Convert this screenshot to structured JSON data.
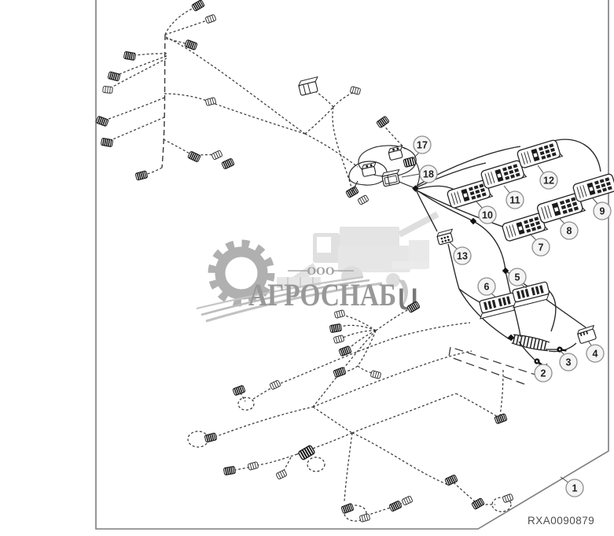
{
  "figure": {
    "drawing_code": "RXA0090879",
    "description": "wiring-harness-exploded-parts-diagram"
  },
  "watermark": {
    "org_prefix": "ООО",
    "org_name": "АГРОСНАБ",
    "stray_letter": "u"
  },
  "callouts": [
    {
      "label": "1"
    },
    {
      "label": "2"
    },
    {
      "label": "3"
    },
    {
      "label": "4"
    },
    {
      "label": "5"
    },
    {
      "label": "6"
    },
    {
      "label": "7"
    },
    {
      "label": "8"
    },
    {
      "label": "9"
    },
    {
      "label": "10"
    },
    {
      "label": "11"
    },
    {
      "label": "12"
    },
    {
      "label": "13"
    },
    {
      "label": "17"
    },
    {
      "label": "18"
    }
  ]
}
